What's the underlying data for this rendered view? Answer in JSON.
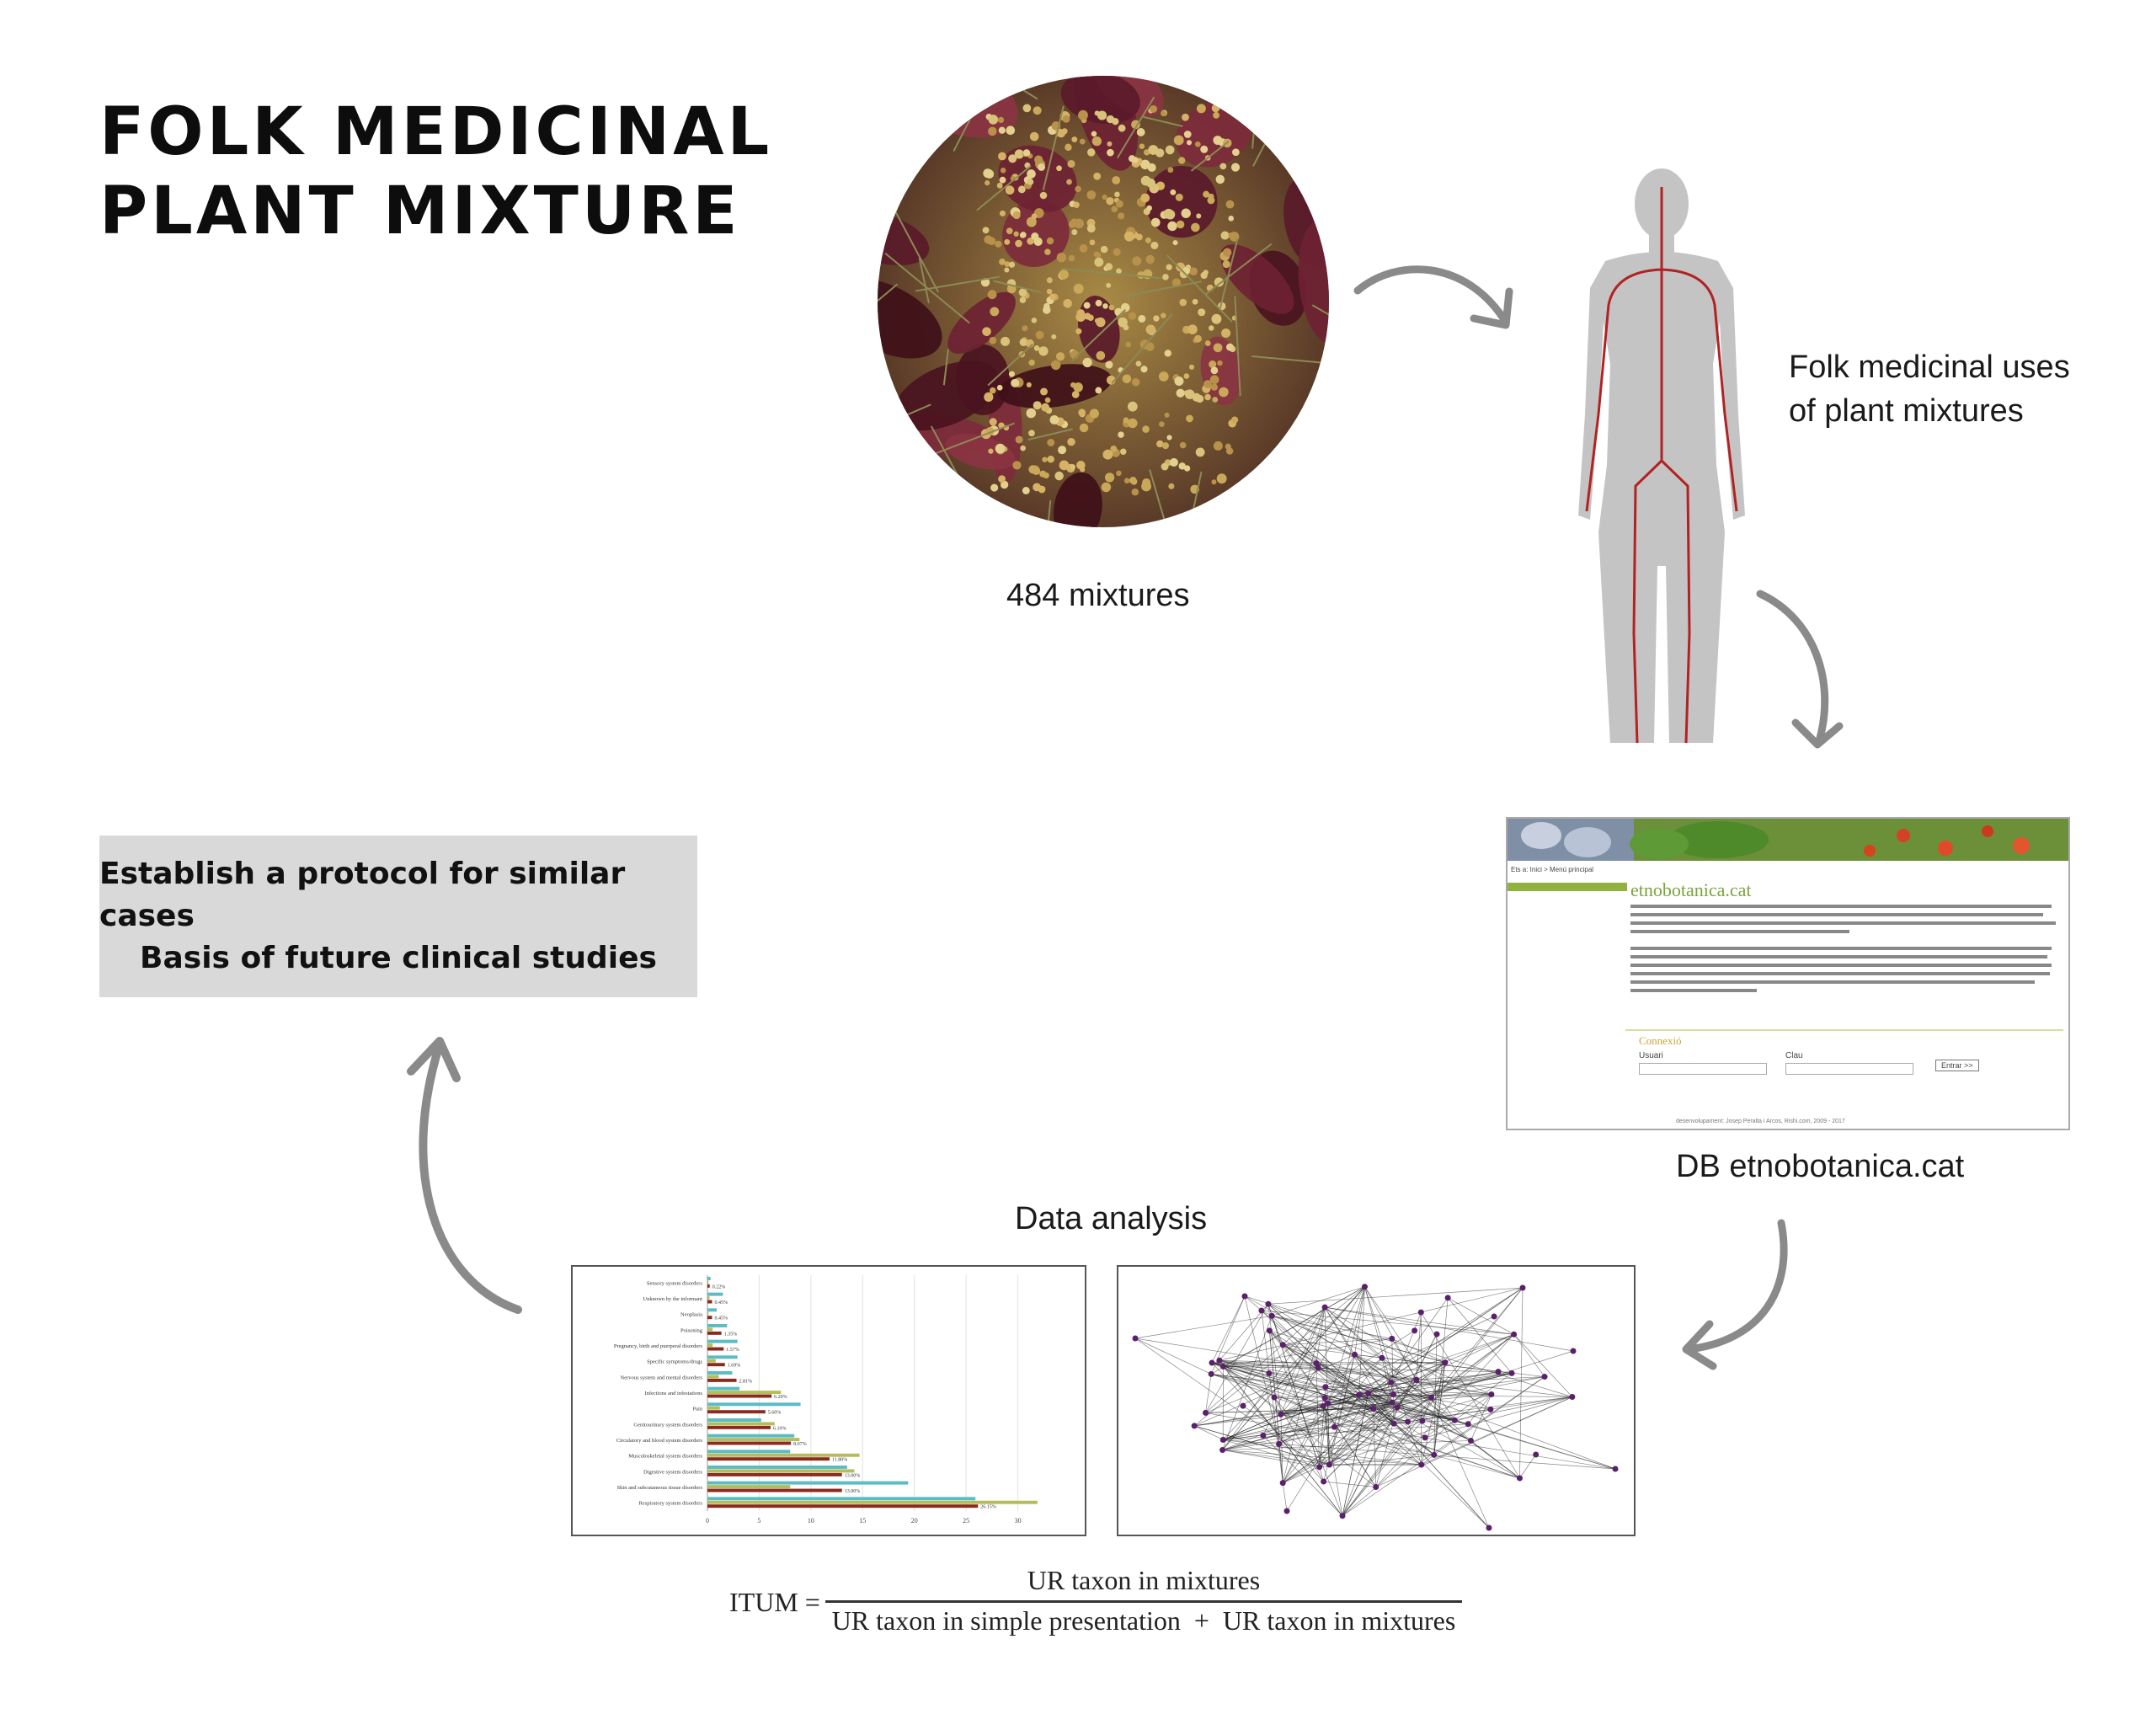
{
  "title": {
    "line1": "FOLK MEDICINAL",
    "line2": "PLANT MIXTURE"
  },
  "mixtures": {
    "caption": "484 mixtures"
  },
  "uses": {
    "line1": "Folk medicinal uses",
    "line2": "of plant mixtures"
  },
  "database": {
    "caption": "DB etnobotanica.cat",
    "site_name": "etnobotanica.cat",
    "breadcrumb": "Ets a: Inici > Menú principal",
    "login_heading": "Connexió",
    "user_label": "Usuari",
    "key_label": "Clau",
    "enter_label": "Entrar >>",
    "footer": "desenvolupament: Josep Peralta i Arcos, Rishi.com, 2009 - 2017"
  },
  "analysis": {
    "caption": "Data analysis"
  },
  "protocol": {
    "line1": "Establish a protocol for similar cases",
    "line2": "Basis of future clinical studies"
  },
  "formula": {
    "lhs": "ITUM =",
    "numerator": "UR taxon in mixtures",
    "denominator": "UR taxon in simple presentation  +  UR taxon in mixtures"
  },
  "colors": {
    "arrow": "#8a8a8a",
    "body_silhouette": "#c4c4c4",
    "body_line": "#b22222",
    "series": [
      "#5bbcc4",
      "#b5bd5b",
      "#8b2a1e"
    ],
    "node": "#5b1f6b"
  },
  "chart_data": {
    "type": "bar",
    "orientation": "horizontal",
    "categories": [
      "Sensory system disorders",
      "Unknown by the informant",
      "Neoplasia",
      "Poisoning",
      "Pregnancy, birth and puerperal disorders",
      "Specific symptoms/drugs",
      "Nervous system and mental disorders",
      "Infections and infestations",
      "Pain",
      "Genitourinary system disorders",
      "Circulatory and blood system disorders",
      "Musculoskeletal system disorders",
      "Digestive system disorders",
      "Skin and subcutaneous tissue disorders",
      "Respiratory system disorders"
    ],
    "series": [
      {
        "values": [
          0.3,
          1.5,
          0.9,
          1.9,
          2.9,
          2.9,
          2.4,
          3.1,
          9.0,
          5.2,
          8.4,
          8.0,
          13.5,
          19.4,
          25.9
        ]
      },
      {
        "values": [
          0.1,
          0.2,
          0.1,
          0.5,
          0.5,
          0.8,
          1.1,
          7.1,
          1.2,
          6.5,
          8.9,
          14.7,
          14.2,
          8.0,
          31.9
        ]
      },
      {
        "values": [
          0.22,
          0.45,
          0.45,
          1.35,
          1.57,
          1.69,
          2.81,
          6.2,
          5.6,
          6.1,
          8.07,
          11.8,
          13.0,
          13.0,
          26.15
        ]
      }
    ],
    "xlim": [
      0,
      35
    ],
    "xticks": [
      0,
      5,
      10,
      15,
      20,
      25,
      30
    ]
  }
}
